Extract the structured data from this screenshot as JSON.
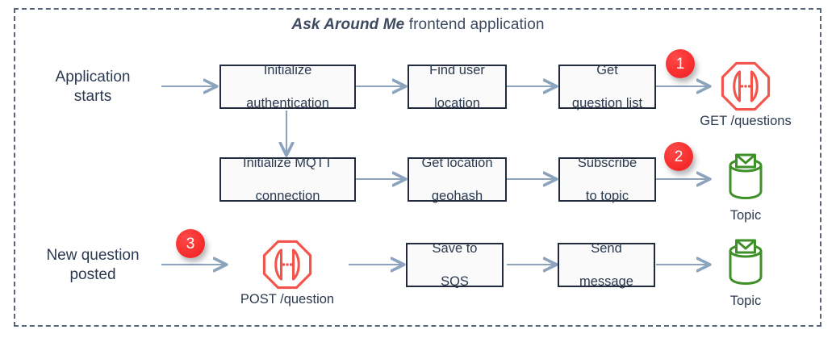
{
  "diagram": {
    "title_emphasis": "Ask Around Me",
    "title_rest": " frontend application",
    "border_color": "#5a6579",
    "box_border_color": "#222b3d",
    "box_fill_color": "#fafafa",
    "arrow_color": "#8ba3bd",
    "badge_color": "#f8302f",
    "api_icon_color": "#f2544c",
    "topic_icon_color": "#3f8f29",
    "text_color": "#2b3a50"
  },
  "triggers": [
    {
      "id": "application-starts",
      "line1": "Application",
      "line2": "starts"
    },
    {
      "id": "new-question-posted",
      "line1": "New question",
      "line2": "posted"
    }
  ],
  "rows": {
    "row1": [
      {
        "id": "initialize-authentication",
        "line1": "Initialize",
        "line2": "authentication"
      },
      {
        "id": "find-user-location",
        "line1": "Find user",
        "line2": "location"
      },
      {
        "id": "get-question-list",
        "line1": "Get",
        "line2": "question list"
      }
    ],
    "row2": [
      {
        "id": "initialize-mqtt-connection",
        "line1": "Initialize MQTT",
        "line2": "connection"
      },
      {
        "id": "get-location-geohash",
        "line1": "Get location",
        "line2": "geohash"
      },
      {
        "id": "subscribe-to-topic",
        "line1": "Subscribe",
        "line2": "to topic"
      }
    ],
    "row3": [
      {
        "id": "save-to-sqs",
        "line1": "Save to",
        "line2": "SQS"
      },
      {
        "id": "send-message",
        "line1": "Send",
        "line2": "message"
      }
    ]
  },
  "resources": [
    {
      "id": "get-questions",
      "icon": "api-gateway-icon",
      "caption": "GET /questions"
    },
    {
      "id": "topic-subscribe",
      "icon": "sns-topic-icon",
      "caption": "Topic"
    },
    {
      "id": "post-question",
      "icon": "api-gateway-icon",
      "caption": "POST /question"
    },
    {
      "id": "topic-publish",
      "icon": "sns-topic-icon",
      "caption": "Topic"
    }
  ],
  "badges": [
    {
      "id": "badge-1",
      "label": "1"
    },
    {
      "id": "badge-2",
      "label": "2"
    },
    {
      "id": "badge-3",
      "label": "3"
    }
  ]
}
